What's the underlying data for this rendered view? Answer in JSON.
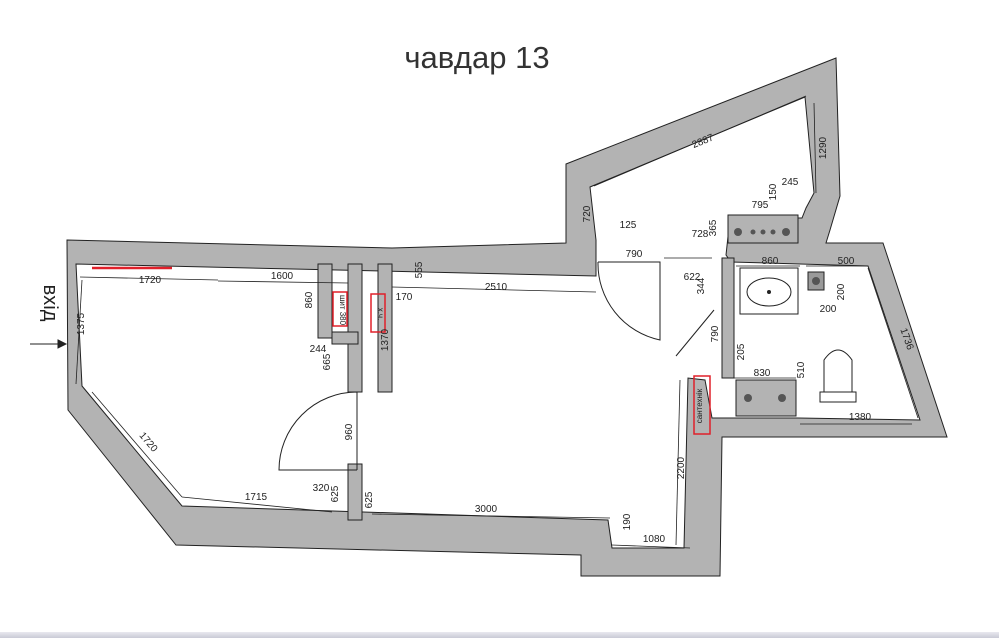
{
  "title": "чавдар 13",
  "entrance_label": "вхід",
  "colors": {
    "wall": "#b3b3b3",
    "line": "#222222",
    "highlight": "#e0202a",
    "fixture": "#9a9a9a"
  },
  "icons": [
    "entrance-arrow-icon",
    "sink-icon",
    "toilet-icon",
    "stove-icon",
    "door-swing-icon"
  ],
  "dimensions": [
    "1720",
    "1600",
    "2510",
    "555",
    "170",
    "860",
    "1375",
    "244",
    "665",
    "1370",
    "960",
    "1720",
    "1715",
    "320",
    "625",
    "625",
    "3000",
    "190",
    "1080",
    "2200",
    "790",
    "125",
    "790",
    "728",
    "365",
    "795",
    "150",
    "245",
    "1290",
    "2887",
    "720",
    "622",
    "344",
    "860",
    "500",
    "200",
    "200",
    "1736",
    "205",
    "830",
    "510",
    "1380"
  ],
  "room_labels": {
    "closet": "шит 380",
    "cabinet": "х.ч.",
    "bathroom_door": "сантехнік"
  }
}
